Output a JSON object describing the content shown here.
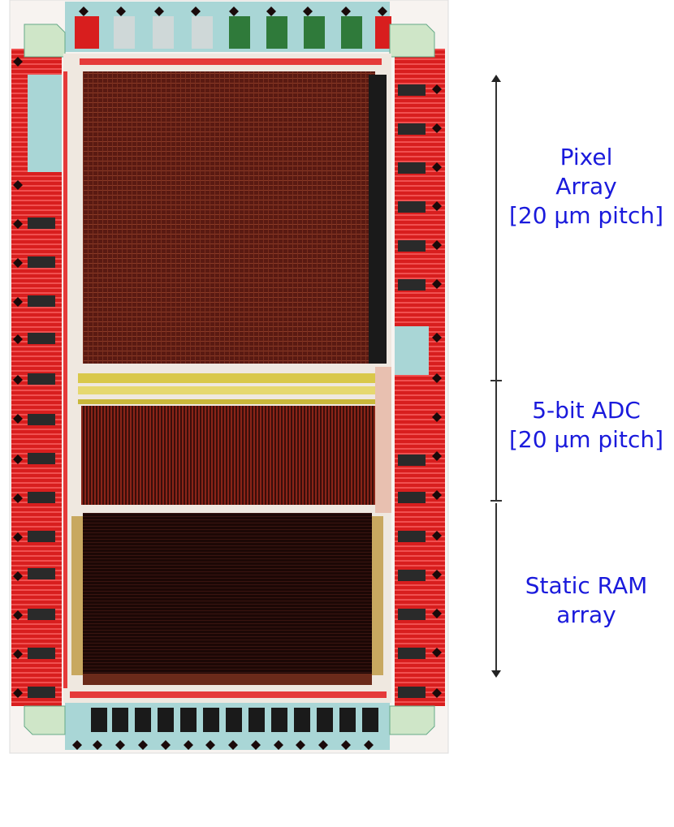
{
  "sections": {
    "pixel": {
      "line1": "Pixel",
      "line2": "Array",
      "line3": "[20 µm pitch]"
    },
    "adc": {
      "line1": "5-bit ADC",
      "line2": "[20 µm pitch]"
    },
    "sram": {
      "line1": "Static RAM",
      "line2": "array"
    }
  },
  "colors": {
    "pad_red": "#d81e1e",
    "pad_cyan": "#a9d6d6",
    "pixel_array": "#5a1a12",
    "sram": "#1c0806",
    "adc_yellow": "#d9c84a",
    "label_blue": "#1a1adc",
    "pad_diamond": "#1a0a0a"
  }
}
